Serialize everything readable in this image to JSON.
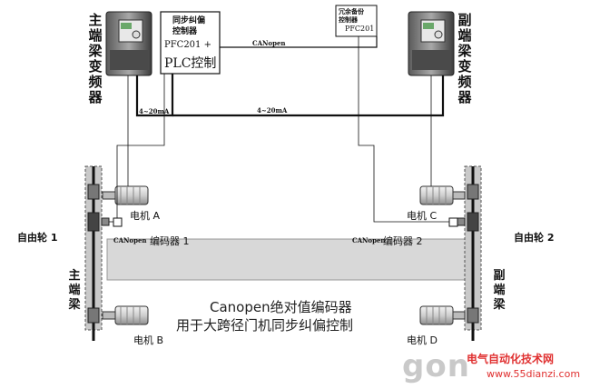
{
  "drives": {
    "main": {
      "label": "主端梁变频器"
    },
    "aux": {
      "label": "副端梁变频器"
    }
  },
  "controller": {
    "line1": "同步纠偏",
    "line2": "控制器",
    "model": "PFC201 +",
    "plc": "PLC控制"
  },
  "redundant": {
    "line1": "冗余备份",
    "line2": "控制器",
    "model": "PFC201"
  },
  "bus": {
    "canopen": "CANopen"
  },
  "signals": {
    "left": "4~20mA",
    "middle": "4~20mA"
  },
  "motors": {
    "a": "电机 A",
    "b": "电机 B",
    "c": "电机 C",
    "d": "电机 D"
  },
  "wheels": {
    "left": "自由轮 1",
    "right": "自由轮 2"
  },
  "encoders": {
    "left_tag": "CANopen",
    "left_label": "编码器 1",
    "right_tag": "CANopen",
    "right_label": "编码器 2"
  },
  "beams": {
    "main": "主端梁",
    "aux": "副端梁"
  },
  "caption": {
    "line1": "Canopen绝对值编码器",
    "line2": "用于大跨径门机同步纠偏控制"
  },
  "branding": {
    "watermark": "gon",
    "site_name": "电气自动化技术网",
    "site_url": "www.55dianzi.com"
  },
  "colors": {
    "line": "#111111",
    "beam_fill": "#c9c9c9",
    "girder_fill": "#d8d8d8",
    "brand": "#e03030"
  }
}
